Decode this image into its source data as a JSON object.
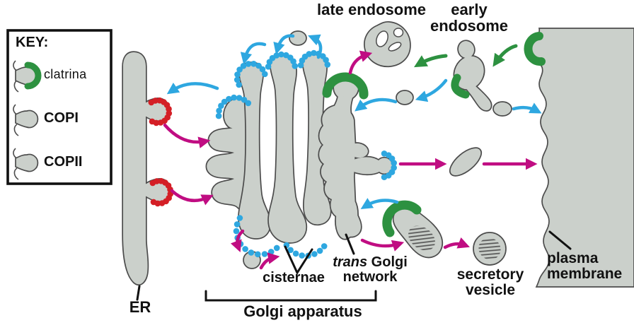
{
  "diagram": {
    "key": {
      "title": "KEY:",
      "items": [
        {
          "id": "clathrin",
          "label": "clatrina"
        },
        {
          "id": "copi",
          "label": "COPI"
        },
        {
          "id": "copii",
          "label": "COPII"
        }
      ]
    },
    "labels": {
      "late_endosome": "late endosome",
      "early_endosome": [
        "early",
        "endosome"
      ],
      "trans_golgi": {
        "italic": "trans",
        "rest": " Golgi",
        "line2": "network"
      },
      "cisternae": "cisternae",
      "golgi_apparatus": "Golgi apparatus",
      "secretory_vesicle": [
        "secretory",
        "vesicle"
      ],
      "plasma_membrane": [
        "plasma",
        "membrane"
      ],
      "er": "ER"
    },
    "colors": {
      "clathrin_coat": "#2d9140",
      "copi_coat": "#2ea7e0",
      "copii_coat": "#d41f26",
      "anterograde_arrow": "#c00d82",
      "retrograde_arrow": "#2ea7e0",
      "endocytosis_arrow": "#2d9140",
      "membrane_fill": "#cbd0cb",
      "membrane_outline": "#4c4c4c",
      "text": "#111111"
    }
  }
}
